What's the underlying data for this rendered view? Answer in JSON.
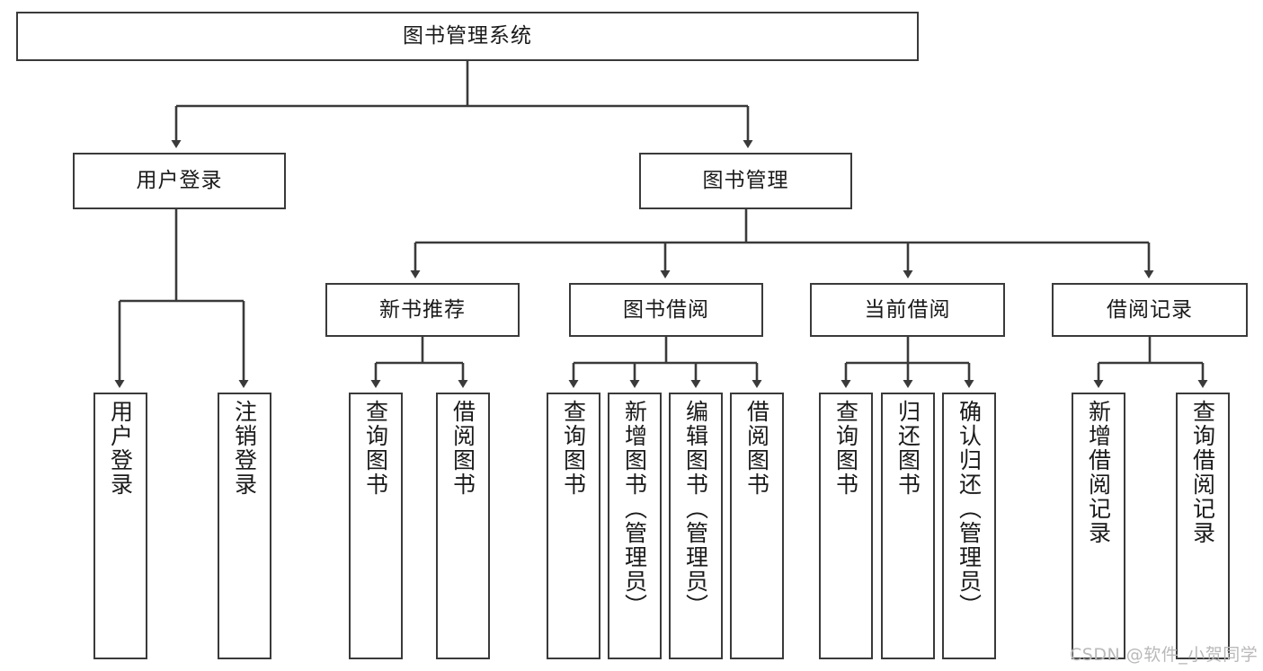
{
  "diagram": {
    "type": "tree-hierarchy",
    "title": "图书管理系统",
    "watermark": "CSDN @软件_小贺同学",
    "colors": {
      "box_border": "#3a3a3a",
      "box_fill": "#ffffff",
      "line": "#3a3a3a",
      "text": "#1a1a1a",
      "watermark": "#b9b9b9",
      "background": "#ffffff"
    },
    "root": {
      "label": "图书管理系统"
    },
    "level2": [
      {
        "label": "用户登录"
      },
      {
        "label": "图书管理"
      }
    ],
    "level3": [
      {
        "label": "新书推荐"
      },
      {
        "label": "图书借阅"
      },
      {
        "label": "当前借阅"
      },
      {
        "label": "借阅记录"
      }
    ],
    "leaves": {
      "user_login": [
        {
          "label": "用户登录"
        },
        {
          "label": "注销登录"
        }
      ],
      "new_book_recommend": [
        {
          "label": "查询图书"
        },
        {
          "label": "借阅图书"
        }
      ],
      "book_borrow": [
        {
          "label": "查询图书"
        },
        {
          "label": "新增图书（管理员）"
        },
        {
          "label": "编辑图书（管理员）"
        },
        {
          "label": "借阅图书"
        }
      ],
      "current_borrow": [
        {
          "label": "查询图书"
        },
        {
          "label": "归还图书"
        },
        {
          "label": "确认归还（管理员）"
        }
      ],
      "borrow_record": [
        {
          "label": "新增借阅记录"
        },
        {
          "label": "查询借阅记录"
        }
      ]
    }
  }
}
